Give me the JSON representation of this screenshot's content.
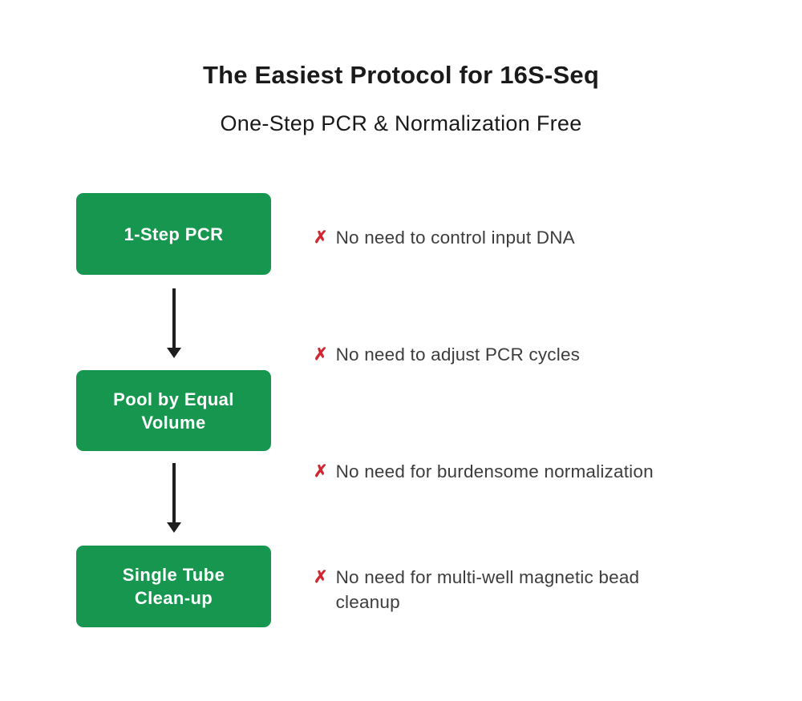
{
  "header": {
    "title": "The Easiest Protocol for 16S-Seq",
    "subtitle": "One-Step PCR & Normalization Free"
  },
  "flow": {
    "steps": [
      {
        "label": "1-Step PCR"
      },
      {
        "label": "Pool by Equal\nVolume"
      },
      {
        "label": "Single Tube\nClean-up"
      }
    ]
  },
  "benefits": [
    {
      "text": "No need to control input DNA"
    },
    {
      "text": "No need to adjust PCR cycles"
    },
    {
      "text": "No need for burdensome normalization"
    },
    {
      "text": "No need for multi-well magnetic bead\ncleanup"
    }
  ],
  "icons": {
    "x_mark": "✗"
  },
  "colors": {
    "step_green": "#16964E",
    "x_red": "#D22630",
    "arrow_black": "#1E1E1E",
    "title_text": "#1A1A1A",
    "body_text": "#3D3D3D",
    "step_label_text": "#FFFFFF",
    "background": "#FFFFFF"
  }
}
